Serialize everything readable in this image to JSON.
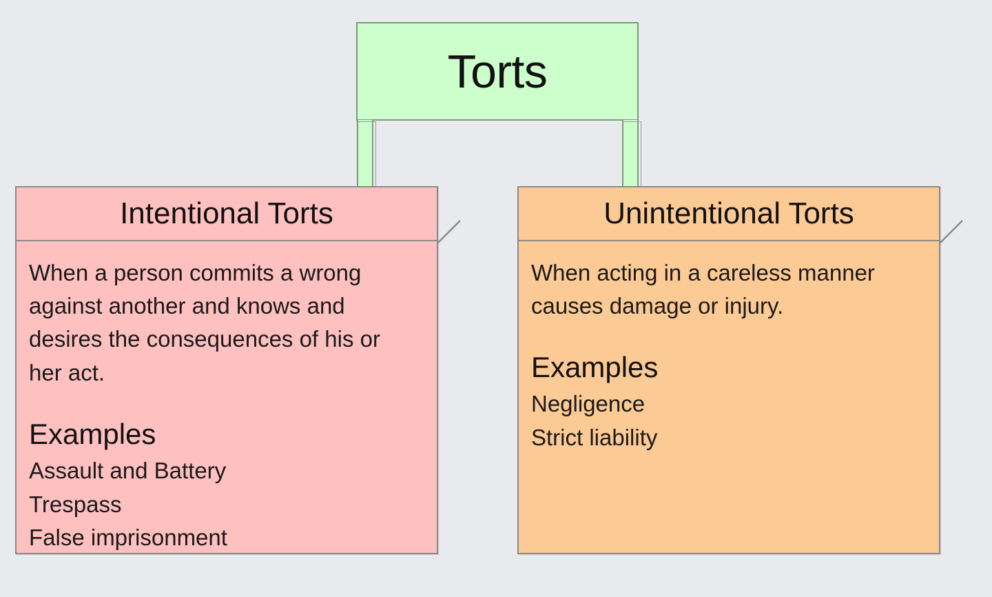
{
  "diagram": {
    "type": "hierarchy-mind-map",
    "background_color": "#e8eaee"
  },
  "root": {
    "label": "Torts",
    "fill_color": "#ccffcc",
    "border_color": "#7a9a7a"
  },
  "connectors": [
    {
      "name": "connector-to-intentional-torts",
      "color": "#ccffcc"
    },
    {
      "name": "connector-to-unintentional-torts",
      "color": "#ccffcc"
    }
  ],
  "nodes": [
    {
      "title": "Intentional Torts",
      "fill_color": "#ffc0c0",
      "border_color": "#8a8a8a",
      "description": "When a person commits a wrong against another and knows and desires the consequences of his or her act.",
      "examples_heading": "Examples",
      "examples": [
        "Assault and Battery",
        "Trespass",
        "False imprisonment"
      ]
    },
    {
      "title": "Unintentional Torts",
      "fill_color": "#fcca94",
      "border_color": "#8a8a8a",
      "description": "When acting in a careless manner causes damage or injury.",
      "examples_heading": "Examples",
      "examples": [
        "Negligence",
        "Strict liability"
      ]
    }
  ]
}
